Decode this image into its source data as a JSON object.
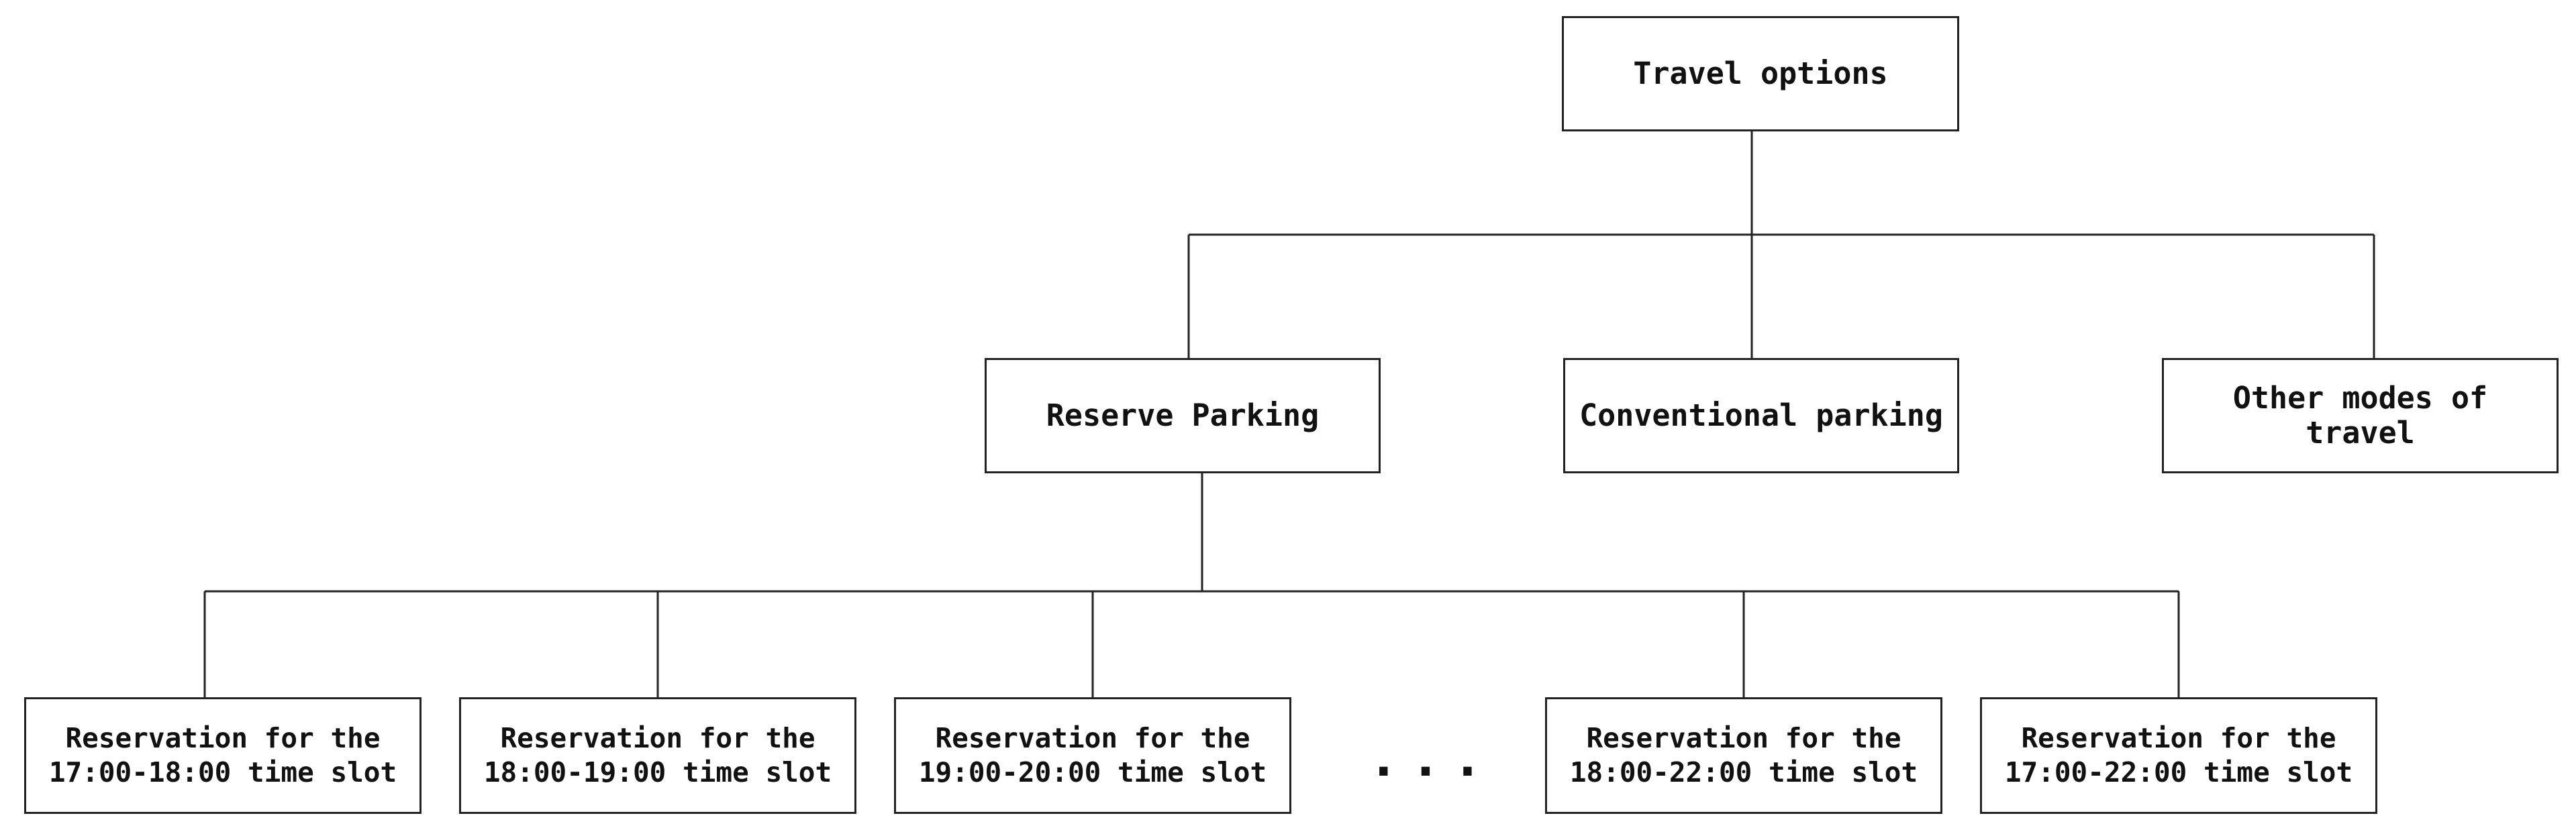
{
  "root": {
    "label": "Travel options"
  },
  "level1": [
    {
      "label": "Reserve Parking"
    },
    {
      "label": "Conventional parking"
    },
    {
      "label": "Other modes of travel"
    }
  ],
  "level2": [
    {
      "line1": "Reservation for the",
      "line2": "17:00-18:00 time slot"
    },
    {
      "line1": "Reservation for the",
      "line2": "18:00-19:00 time slot"
    },
    {
      "line1": "Reservation for the",
      "line2": "19:00-20:00 time slot"
    },
    {
      "line1": "Reservation for the",
      "line2": "18:00-22:00 time slot"
    },
    {
      "line1": "Reservation for the",
      "line2": "17:00-22:00 time slot"
    }
  ],
  "ellipsis": "...",
  "colors": {
    "line": "#222222",
    "text": "#111111",
    "background": "#ffffff"
  }
}
